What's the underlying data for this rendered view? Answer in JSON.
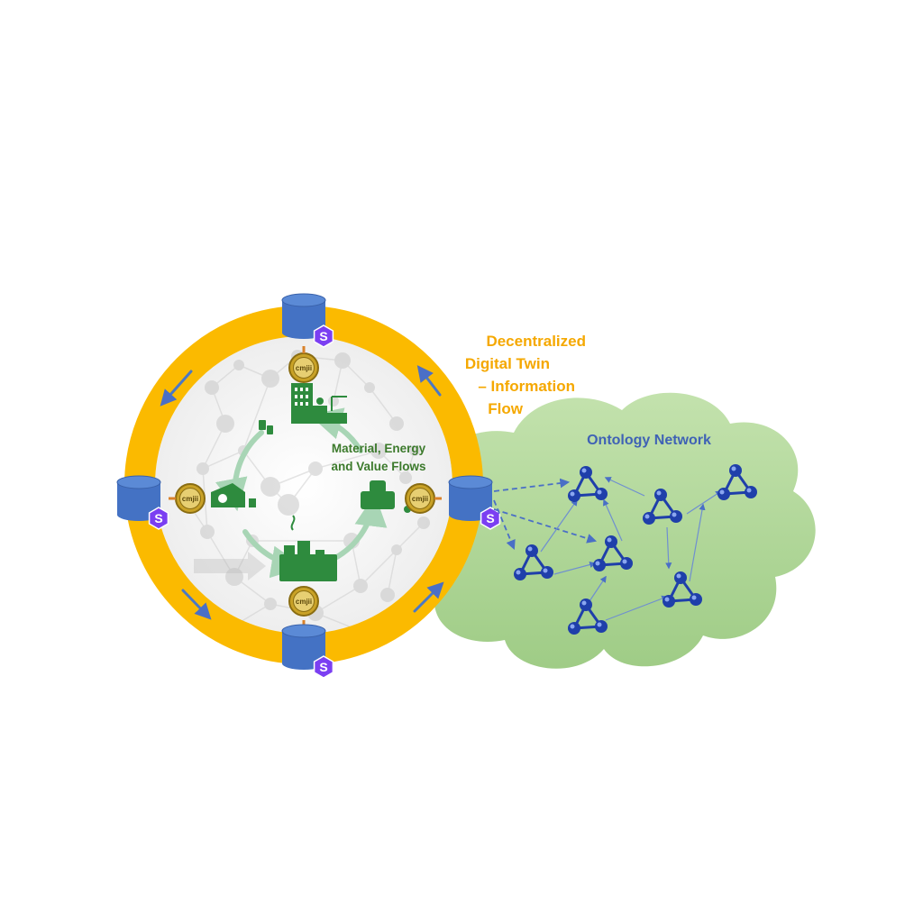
{
  "twin_label": {
    "line1": "Decentralized",
    "line2": "Digital Twin",
    "line3": "– Information",
    "line4": "Flow"
  },
  "flows_label": {
    "line1": "Material, Energy",
    "line2": "and Value Flows"
  },
  "ontology_label": "Ontology Network",
  "coin_text": "cmjii",
  "node_badge_text": "S",
  "colors": {
    "ring": "#FBBA00",
    "twin_label": "#F5A800",
    "flows_label": "#3C7A2C",
    "ontology_label": "#3F62B5",
    "cloud": "#A9D18E",
    "database": "#4472C4",
    "badge": "#7B3FF2",
    "ring_arrow": "#4A78C6",
    "graph_node": "#1F3FAA",
    "industry_green": "#2E8B3E",
    "coin_gold": "#C9A227"
  },
  "icons": {
    "database": "database-cylinder-icon",
    "badge": "blockchain-badge-icon",
    "coin": "token-coin-icon",
    "graph": "ontology-graph-icon",
    "plant": "industrial-plant-icon"
  }
}
